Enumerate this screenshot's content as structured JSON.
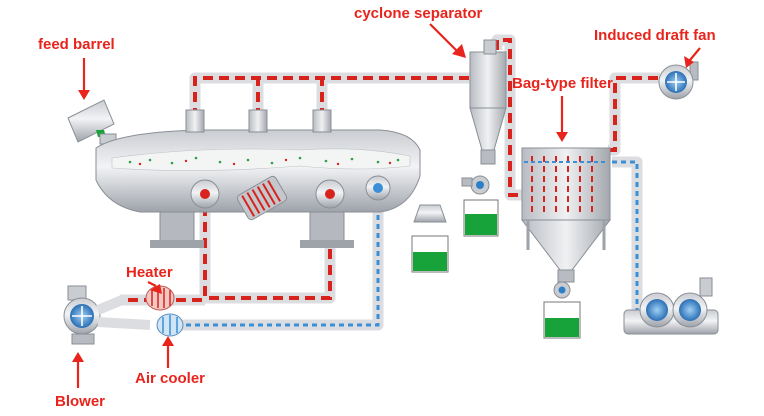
{
  "labels": {
    "feed_barrel": "feed barrel",
    "cyclone_separator": "cyclone separator",
    "induced_draft_fan": "Induced draft fan",
    "bag_type_filter": "Bag-type filter",
    "heater": "Heater",
    "air_cooler": "Air cooler",
    "blower": "Blower"
  },
  "colors": {
    "label": "#e8241c",
    "hot_line": "#d8231c",
    "cold_line": "#3a8fd6",
    "pipe": "#e0e0e0",
    "product_green": "#18a33a",
    "fan_blue": "#2f7fc8"
  },
  "icons": [
    "feed-barrel-icon",
    "fluid-bed-dryer-icon",
    "cyclone-icon",
    "bag-filter-icon",
    "fan-icon",
    "heater-icon",
    "air-cooler-icon",
    "collection-bucket-icon"
  ]
}
